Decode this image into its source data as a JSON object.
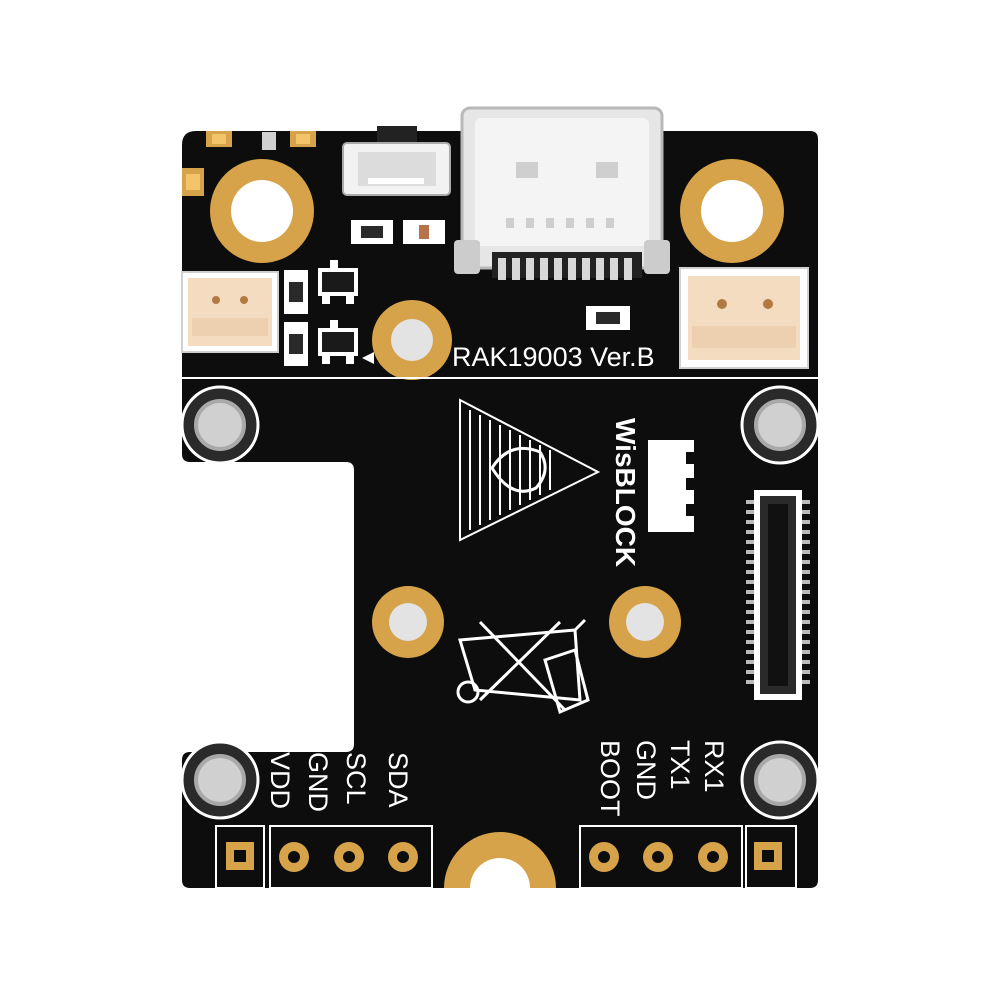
{
  "board": {
    "model_label": "RAK19003 Ver.B",
    "brand_label": "WisBLOCK",
    "colors": {
      "pcb": "#0d0d0d",
      "gold": "#d6a24a",
      "silkscreen": "#ffffff",
      "connector": "#f3dcc0",
      "usb_metal": "#e6e6e6"
    },
    "header_left": {
      "pins": [
        "VDD",
        "GND",
        "SCL",
        "SDA"
      ]
    },
    "header_right": {
      "pins": [
        "BOOT",
        "GND",
        "TX1",
        "RX1"
      ]
    },
    "icons": [
      "usb-c-connector",
      "board-to-board-connector",
      "jst-battery-connector",
      "jst-solar-connector",
      "wisblock-triangle-logo",
      "no-trash-icon"
    ]
  }
}
